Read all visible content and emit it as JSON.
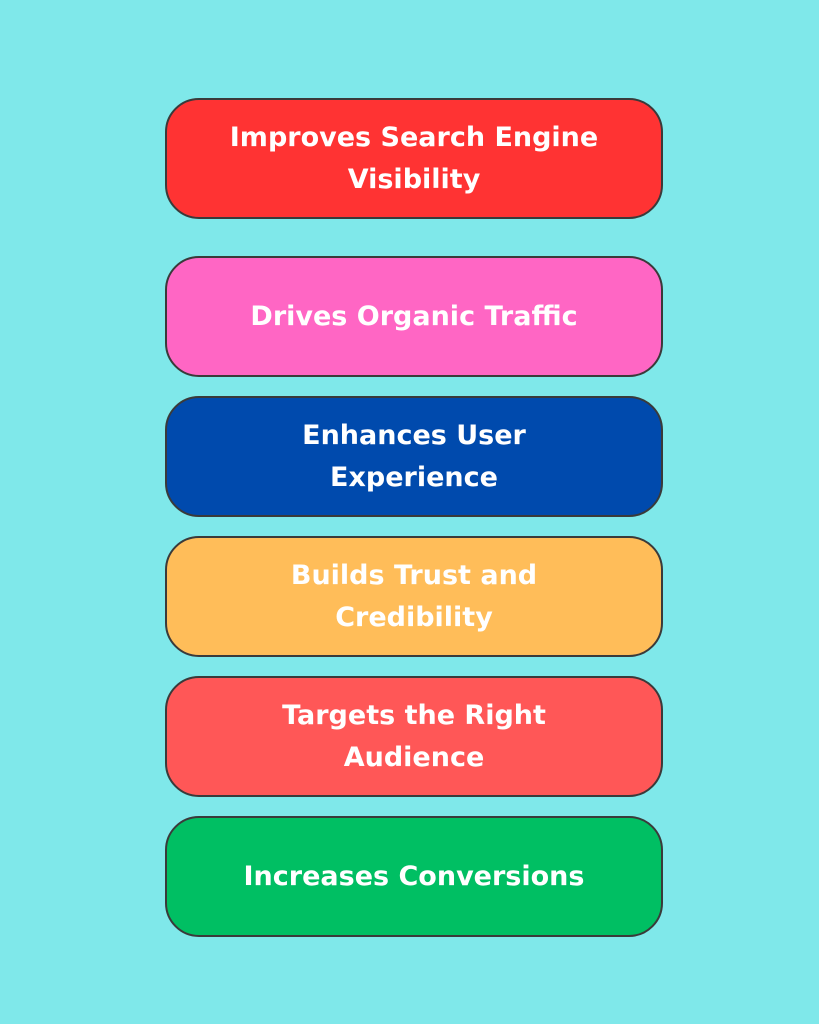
{
  "items": [
    {
      "label": "Improves Search Engine Visibility",
      "color": "#ff3333"
    },
    {
      "label": "Drives Organic Traffic",
      "color": "#ff66c4"
    },
    {
      "label": "Enhances User Experience",
      "color": "#004aad"
    },
    {
      "label": "Builds Trust and Credibility",
      "color": "#ffbd59"
    },
    {
      "label": "Targets the Right Audience",
      "color": "#ff5757"
    },
    {
      "label": "Increases Conversions",
      "color": "#00bf63"
    }
  ]
}
